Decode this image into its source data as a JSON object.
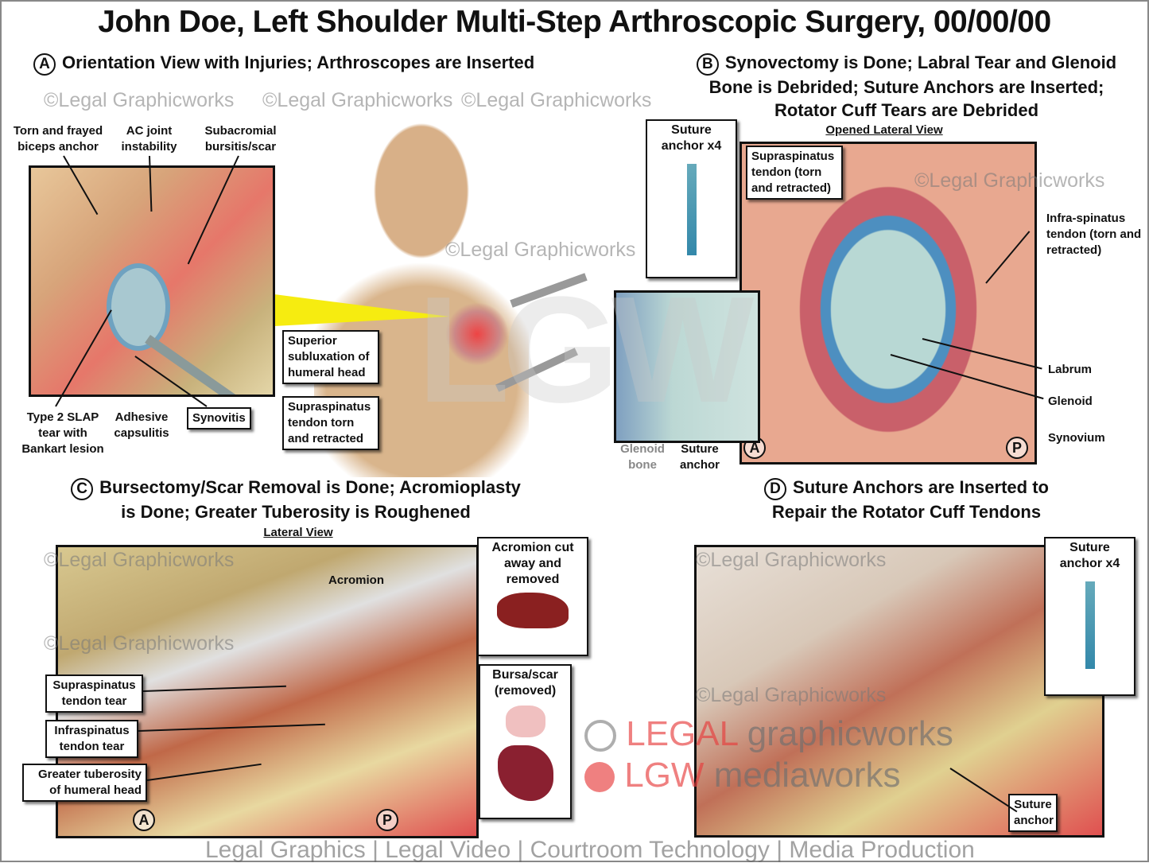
{
  "title": "John Doe, Left Shoulder Multi-Step Arthroscopic Surgery, 00/00/00",
  "watermark": "©Legal Graphicworks",
  "panel_a": {
    "letter": "A",
    "heading": "Orientation View with Injuries; Arthroscopes are Inserted",
    "labels": {
      "biceps": "Torn and frayed biceps anchor",
      "ac": "AC joint instability",
      "subacromial": "Subacromial bursitis/scar",
      "superior": "Superior subluxation of humeral head",
      "supraspinatus": "Supraspinatus tendon torn and retracted",
      "slap": "Type 2 SLAP tear with Bankart lesion",
      "adhesive": "Adhesive capsulitis",
      "synovitis": "Synovitis"
    }
  },
  "panel_b": {
    "letter": "B",
    "heading_lines": [
      "Synovectomy is Done; Labral Tear and Glenoid",
      "Bone is Debrided; Suture Anchors are Inserted;",
      "Rotator Cuff Tears are Debrided"
    ],
    "view": "Opened Lateral View",
    "labels": {
      "anchor_x4": "Suture anchor x4",
      "supraspinatus": "Supraspinatus tendon (torn and retracted)",
      "infraspinatus": "Infra-spinatus tendon (torn and retracted)",
      "labrum": "Labrum",
      "glenoid": "Glenoid",
      "synovium": "Synovium",
      "glenoid_bone": "Glenoid bone",
      "suture_anchor": "Suture anchor"
    },
    "orient_a": "A",
    "orient_p": "P"
  },
  "panel_c": {
    "letter": "C",
    "heading_lines": [
      "Bursectomy/Scar Removal is Done; Acromioplasty",
      "is Done; Greater Tuberosity is Roughened"
    ],
    "view": "Lateral View",
    "labels": {
      "acromion": "Acromion",
      "acromion_cut": "Acromion cut away and removed",
      "bursa": "Bursa/scar (removed)",
      "supraspinatus": "Supraspinatus tendon tear",
      "infraspinatus": "Infraspinatus tendon tear",
      "tuberosity": "Greater tuberosity of humeral head"
    },
    "orient_a": "A",
    "orient_p": "P"
  },
  "panel_d": {
    "letter": "D",
    "heading_lines": [
      "Suture Anchors are Inserted to",
      "Repair the Rotator Cuff Tendons"
    ],
    "labels": {
      "anchor_x4": "Suture anchor x4",
      "suture_anchor": "Suture anchor"
    }
  },
  "logo": {
    "legal": "LEGAL",
    "graphicworks": "graphicworks",
    "lgw": "LGW",
    "mediaworks": "mediaworks",
    "tagline": "Legal Graphics | Legal Video | Courtroom Technology | Media Production",
    "center": "LGW"
  }
}
